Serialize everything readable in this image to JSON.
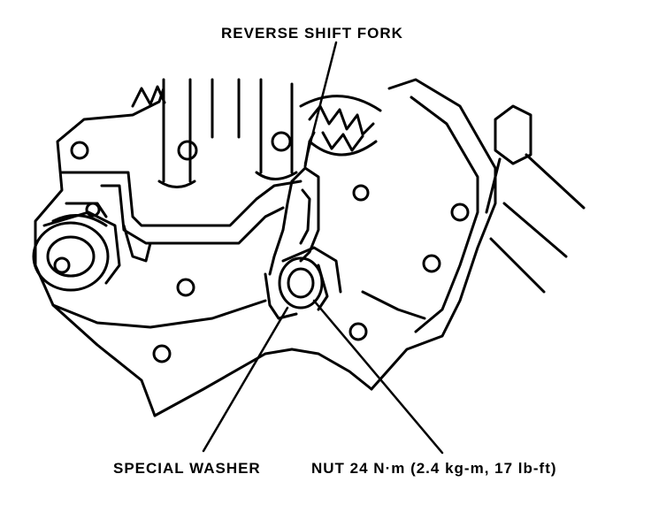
{
  "labels": {
    "reverse_shift_fork": "REVERSE SHIFT FORK",
    "special_washer": "SPECIAL WASHER",
    "nut": "NUT 24 N·m (2.4 kg-m, 17 lb-ft)"
  },
  "colors": {
    "ink": "#000000",
    "paper": "#ffffff"
  }
}
